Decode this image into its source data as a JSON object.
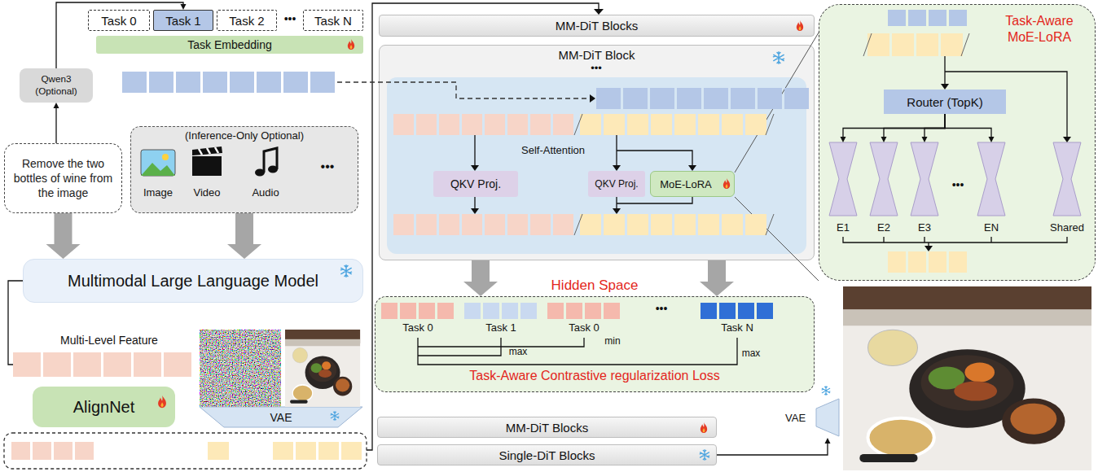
{
  "diagram": {
    "nodes": [
      {
        "text": [
          "Task 0"
        ]
      },
      {
        "text": [
          "Task 1"
        ]
      },
      {
        "text": [
          "Task 2"
        ]
      },
      {
        "text": [
          "Task N"
        ]
      },
      {
        "text": [
          "Task Embedding"
        ]
      },
      {
        "text": [
          "Qwen3 (Optional)"
        ]
      },
      {
        "text": [
          "Remove the two bottles of wine from the image"
        ]
      },
      {
        "text": [
          "(Inference-Only Optional)"
        ]
      },
      {
        "text": [
          "Image"
        ],
        "in": 7
      },
      {
        "text": [
          "Video"
        ],
        "in": 7
      },
      {
        "text": [
          "Audio"
        ],
        "in": 7
      },
      {
        "text": [
          "Multimodal Large Language Model"
        ]
      },
      {
        "text": [
          "AlignNet"
        ]
      },
      {
        "text": [
          "VAE"
        ]
      },
      {
        "text": [
          "MM-DiT Blocks"
        ]
      },
      {
        "text": [
          "MM-DiT Block"
        ]
      },
      {
        "text": [
          "Self-Attention"
        ],
        "in": 15
      },
      {
        "text": [
          "QKV Proj."
        ],
        "in": 16
      },
      {
        "text": [
          "QKV Proj."
        ],
        "in": 16
      },
      {
        "text": [
          "MoE-LoRA"
        ],
        "in": 16
      },
      {
        "text": [
          "Hidden Space",
          "Task-Aware Contrastive regularization Loss"
        ]
      },
      {
        "text": [
          "MM-DiT Blocks"
        ]
      },
      {
        "text": [
          "Single-DiT Blocks"
        ]
      },
      {
        "text": [
          "Task-Aware MoE-LoRA"
        ]
      },
      {
        "text": [
          "Router (TopK)"
        ],
        "in": 23
      },
      {
        "text": [
          "E1"
        ],
        "in": 23
      },
      {
        "text": [
          "E2"
        ],
        "in": 23
      },
      {
        "text": [
          "E3"
        ],
        "in": 23
      },
      {
        "text": [
          "EN"
        ],
        "in": 23
      },
      {
        "text": [
          "Shared"
        ],
        "in": 23
      },
      {
        "text": [
          "VAE"
        ]
      }
    ],
    "edges": [
      {
        "from": 5,
        "to": 1,
        "arrow": "to"
      },
      {
        "from": 6,
        "to": 5,
        "arrow": "to"
      },
      {
        "from": 6,
        "to": 11,
        "arrow": "to"
      },
      {
        "from": 7,
        "to": 11,
        "arrow": "to"
      },
      {
        "from": 15,
        "to": 20,
        "arrow": "to"
      },
      {
        "from": 15,
        "to": 20,
        "arrow": "to"
      },
      {
        "from": 24,
        "to": 25,
        "arrow": "to"
      },
      {
        "from": 24,
        "to": 26,
        "arrow": "to"
      },
      {
        "from": 24,
        "to": 27,
        "arrow": "to"
      },
      {
        "from": 24,
        "to": 28,
        "arrow": "to"
      },
      {
        "from": 22,
        "to": 30,
        "arrow": "to"
      }
    ],
    "labels": [
      "•••",
      "•••",
      "Multi-Level Feature",
      "•••",
      "Task 0",
      "Task 1",
      "Task 0",
      "•••",
      "Task N",
      "max",
      "min",
      "max",
      "•••"
    ]
  }
}
